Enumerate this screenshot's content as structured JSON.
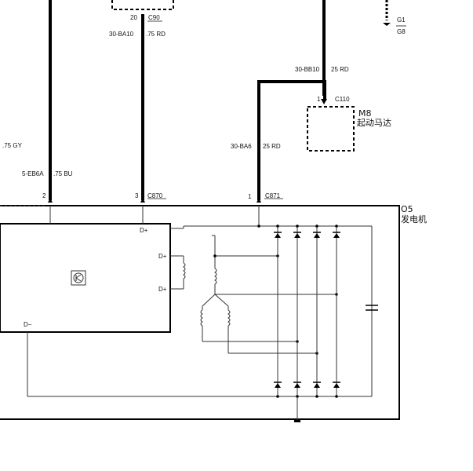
{
  "wires": {
    "top_right_ground_labels": [
      "G1",
      "G8"
    ],
    "connector_c90": {
      "pin": "20",
      "name": "C90"
    },
    "wire_30_ba10": {
      "circuit": "30-BA10",
      "spec": ".75 RD"
    },
    "wire_30_bb10": {
      "circuit": "30-BB10",
      "spec": "25 RD"
    },
    "connector_c110": {
      "pin": "1",
      "name": "C110"
    },
    "wire_gy": {
      "spec": ".75 GY"
    },
    "wire_5_eb6a": {
      "circuit": "5-EB6A",
      "spec": ".75 BU"
    },
    "wire_30_ba6": {
      "circuit": "30-BA6",
      "spec": "25 RD"
    }
  },
  "starter": {
    "id": "M8",
    "name": "起动马达"
  },
  "generator": {
    "id": "O5",
    "name": "发电机",
    "pins": [
      {
        "pin": "2",
        "connector": ""
      },
      {
        "pin": "3",
        "connector": "C870"
      },
      {
        "pin": "1",
        "connector": "C871"
      }
    ],
    "terminal_labels": [
      "D+",
      "D+",
      "D+",
      "D−"
    ]
  }
}
